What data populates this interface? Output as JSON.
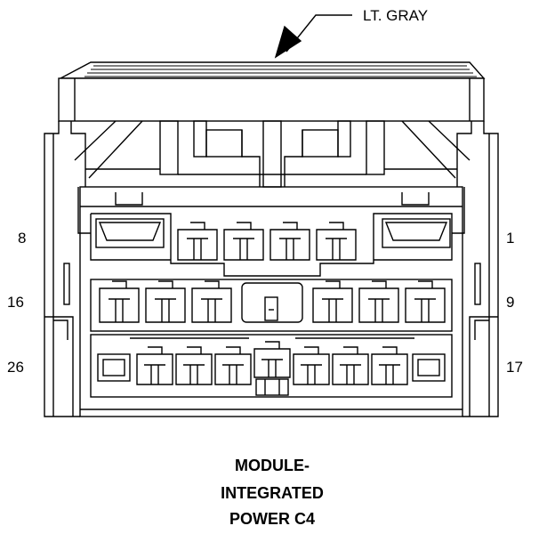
{
  "callout": {
    "label": "LT. GRAY"
  },
  "pins": {
    "row1_left": "8",
    "row1_right": "1",
    "row2_left": "16",
    "row2_right": "9",
    "row3_left": "26",
    "row3_right": "17"
  },
  "caption": {
    "line1": "MODULE-",
    "line2": "INTEGRATED",
    "line3": "POWER C4"
  }
}
